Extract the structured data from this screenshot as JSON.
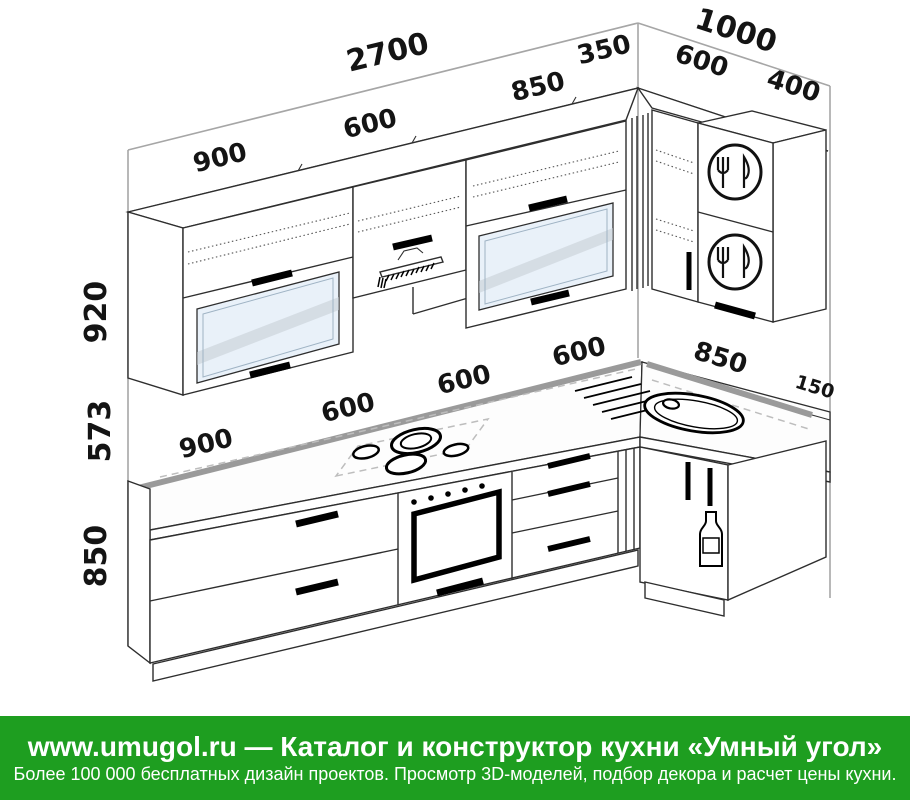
{
  "drawing": {
    "top_dims": {
      "left_total": "2700",
      "right_total": "1000"
    },
    "wall_segments_left": [
      "900",
      "600",
      "850",
      "350"
    ],
    "wall_segments_right": [
      "600",
      "400"
    ],
    "height_dims": [
      "920",
      "573",
      "850"
    ],
    "counter_dims_left": [
      "900",
      "600",
      "600",
      "600"
    ],
    "counter_dims_right": [
      "850",
      "150"
    ],
    "colors": {
      "counter_edge": "#9a9a9a",
      "glass": "#e9f1f9",
      "cabinet_line": "#2e2e2e",
      "wall_line": "#a6a6a6"
    }
  },
  "footer": {
    "background": "#1e9e20",
    "title": "www.umugol.ru — Каталог и конструктор кухни «Умный угол»",
    "subtitle": "Более 100 000 бесплатных дизайн проектов. Просмотр 3D-моделей, подбор декора и расчет цены кухни."
  }
}
